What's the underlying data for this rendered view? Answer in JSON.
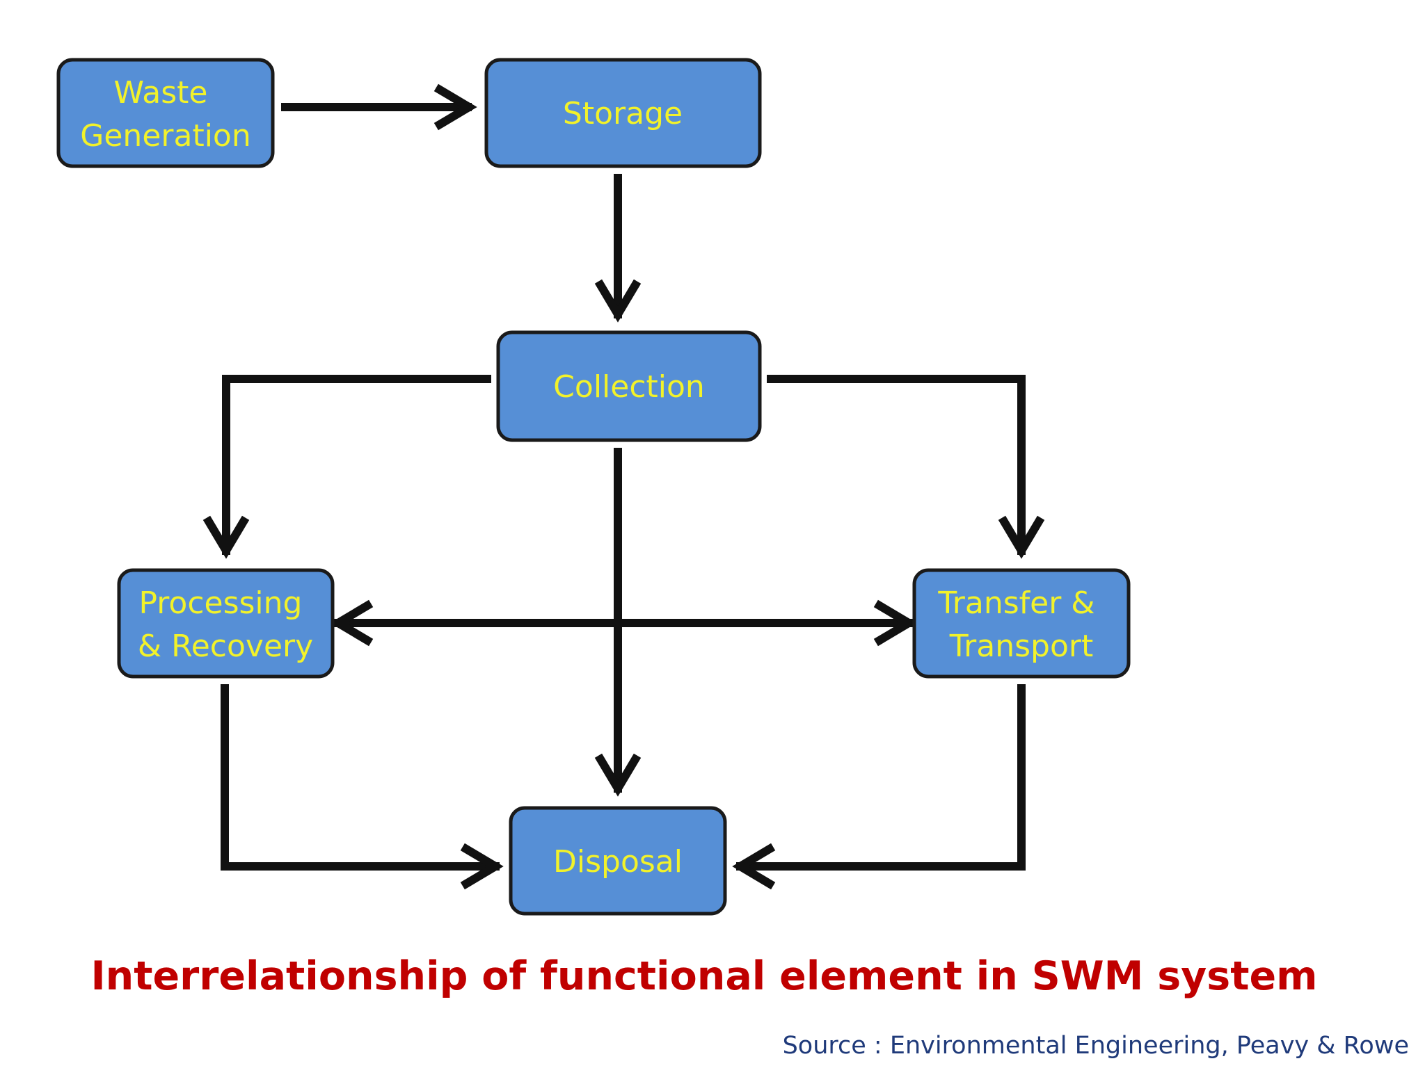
{
  "colors": {
    "box_fill": "#568fd6",
    "box_stroke": "#1a1a1a",
    "label_text": "#f2f22a",
    "arrow": "#111111",
    "caption": "#c00000",
    "source": "#1f3a7a"
  },
  "nodes": {
    "waste_generation": [
      "Waste",
      "Generation"
    ],
    "storage": [
      "Storage"
    ],
    "collection": [
      "Collection"
    ],
    "processing": [
      "Processing",
      "& Recovery"
    ],
    "transfer": [
      "Transfer &",
      "Transport"
    ],
    "disposal": [
      "Disposal"
    ]
  },
  "edges": [
    {
      "from": "waste_generation",
      "to": "storage"
    },
    {
      "from": "storage",
      "to": "collection"
    },
    {
      "from": "collection",
      "to": "processing"
    },
    {
      "from": "collection",
      "to": "transfer"
    },
    {
      "from": "collection",
      "to": "disposal"
    },
    {
      "from": "processing",
      "to": "transfer",
      "bidirectional": true
    },
    {
      "from": "processing",
      "to": "disposal"
    },
    {
      "from": "transfer",
      "to": "disposal"
    }
  ],
  "caption": "Interrelationship of functional element in SWM system",
  "source": "Source : Environmental Engineering, Peavy & Rowe"
}
